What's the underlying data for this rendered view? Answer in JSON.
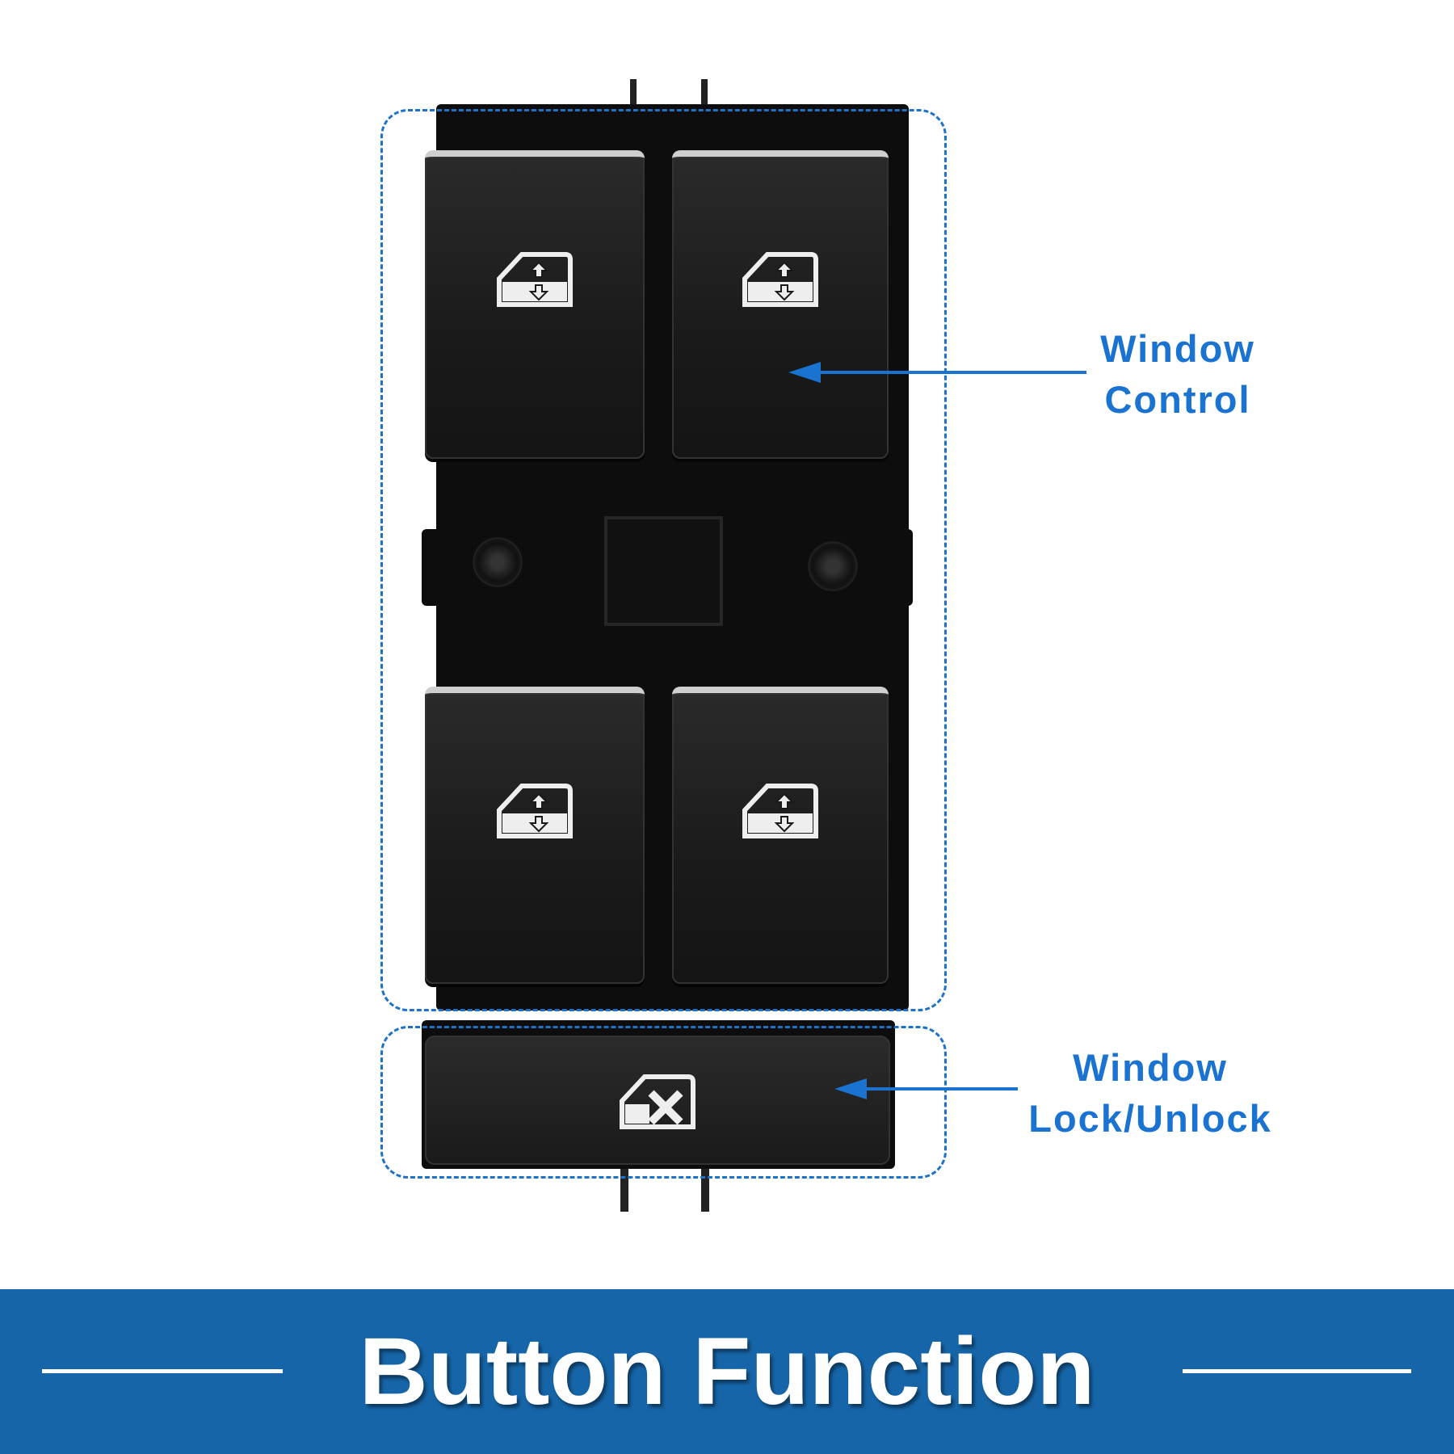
{
  "labels": {
    "window_control": [
      "Window",
      "Control"
    ],
    "window_lock": [
      "Window",
      "Lock/Unlock"
    ]
  },
  "banner": {
    "title": "Button Function"
  },
  "icons": [
    "window-updown-icon",
    "window-lock-icon"
  ],
  "colors": {
    "accent": "#1a73d0",
    "banner": "#1665a8"
  }
}
